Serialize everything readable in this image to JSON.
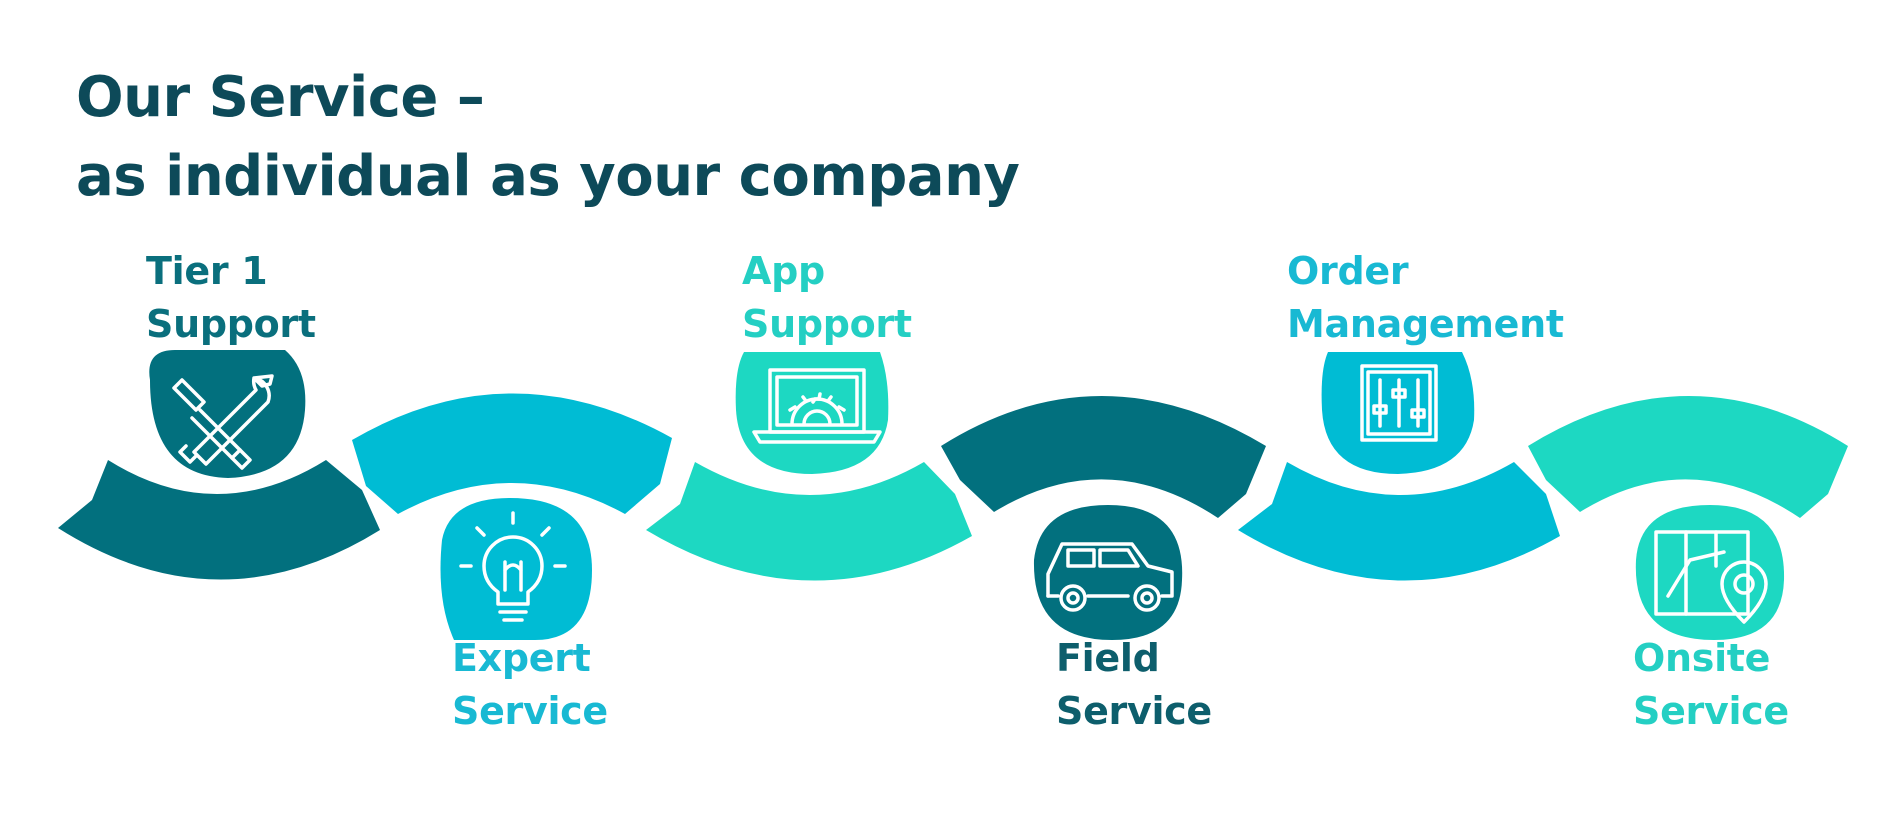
{
  "headline": {
    "line1": "Our Service –",
    "line2": "as individual as your company"
  },
  "colors": {
    "dark_teal": "#02707e",
    "cyan": "#00bcd4",
    "mint": "#1dd8c2",
    "headline": "#0d4a59"
  },
  "steps": [
    {
      "line1": "Tier 1",
      "line2": "Support",
      "icon": "tools-icon",
      "color": "#02707e",
      "label_color": "#0a6f7d"
    },
    {
      "line1": "Expert",
      "line2": "Service",
      "icon": "lightbulb-icon",
      "color": "#00bcd4",
      "label_color": "#18b9d3"
    },
    {
      "line1": "App",
      "line2": "Support",
      "icon": "laptop-gear-icon",
      "color": "#1dd8c2",
      "label_color": "#24cfc3"
    },
    {
      "line1": "Field",
      "line2": "Service",
      "icon": "car-icon",
      "color": "#02707e",
      "label_color": "#0d5e6c"
    },
    {
      "line1": "Order",
      "line2": "Management",
      "icon": "sliders-icon",
      "color": "#00bcd4",
      "label_color": "#18b9d3"
    },
    {
      "line1": "Onsite",
      "line2": "Service",
      "icon": "map-pin-icon",
      "color": "#1dd8c2",
      "label_color": "#24cfc3"
    }
  ]
}
